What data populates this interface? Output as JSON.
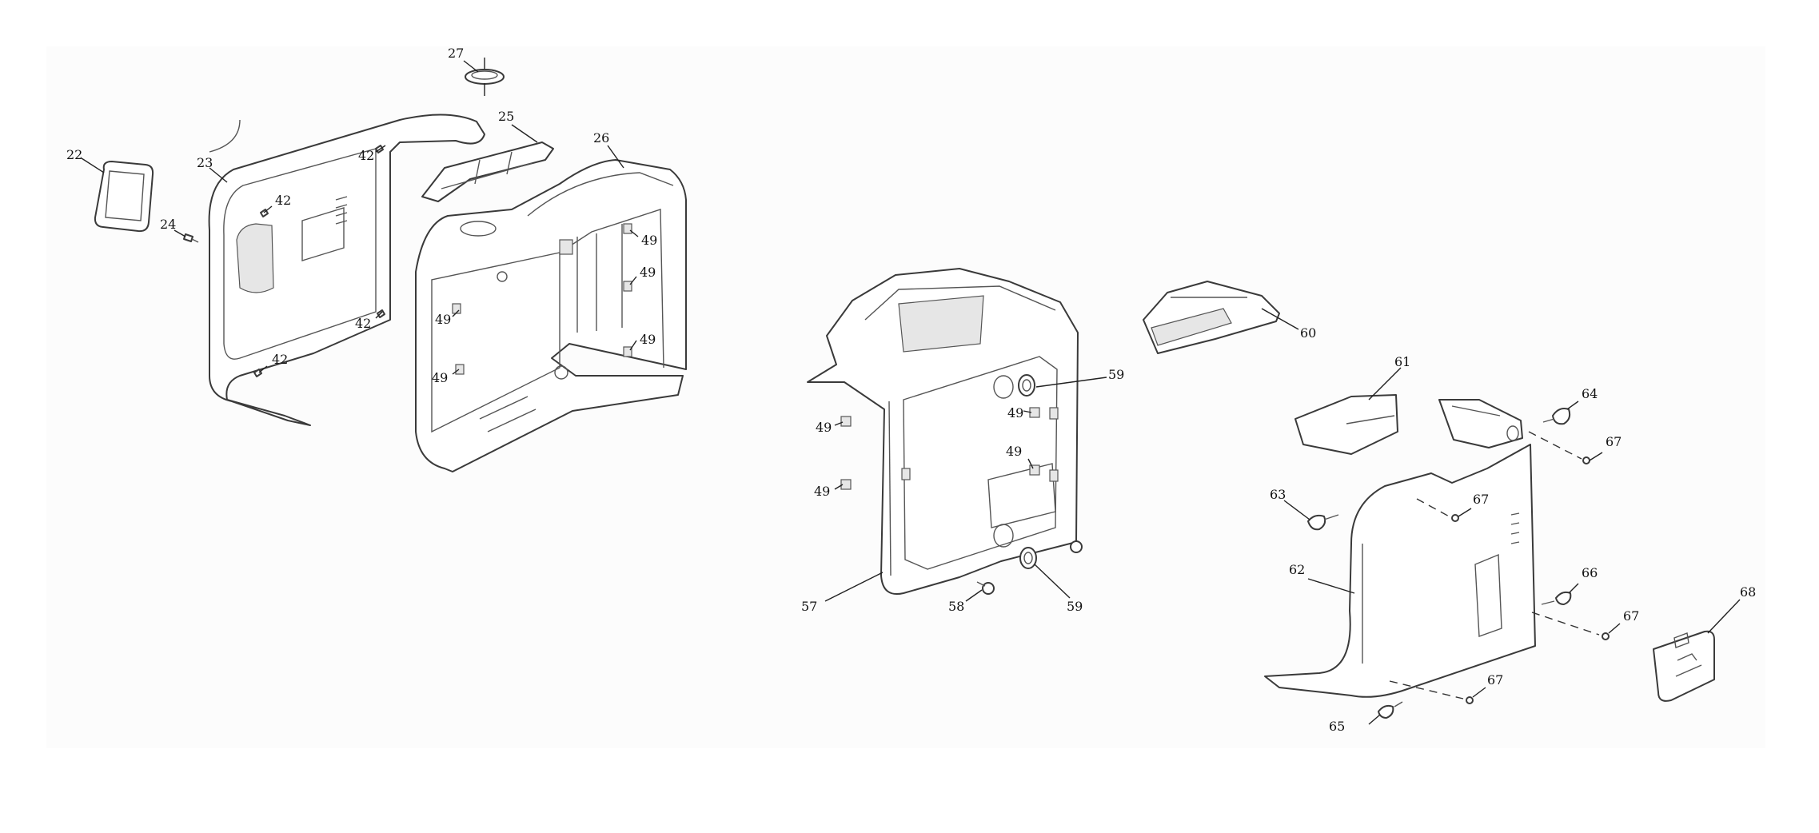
{
  "diagram": {
    "callouts": {
      "c22": "22",
      "c23": "23",
      "c24": "24",
      "c25": "25",
      "c26": "26",
      "c27": "27",
      "c42a": "42",
      "c42b": "42",
      "c42c": "42",
      "c42d": "42",
      "c49a": "49",
      "c49b": "49",
      "c49c": "49",
      "c49d": "49",
      "c49e": "49",
      "c49f": "49",
      "c49g": "49",
      "c49h": "49",
      "c49i": "49",
      "c57": "57",
      "c58": "58",
      "c59a": "59",
      "c59b": "59",
      "c60": "60",
      "c61": "61",
      "c62": "62",
      "c63": "63",
      "c64": "64",
      "c65": "65",
      "c66": "66",
      "c67a": "67",
      "c67b": "67",
      "c67c": "67",
      "c67d": "67",
      "c68": "68"
    }
  }
}
